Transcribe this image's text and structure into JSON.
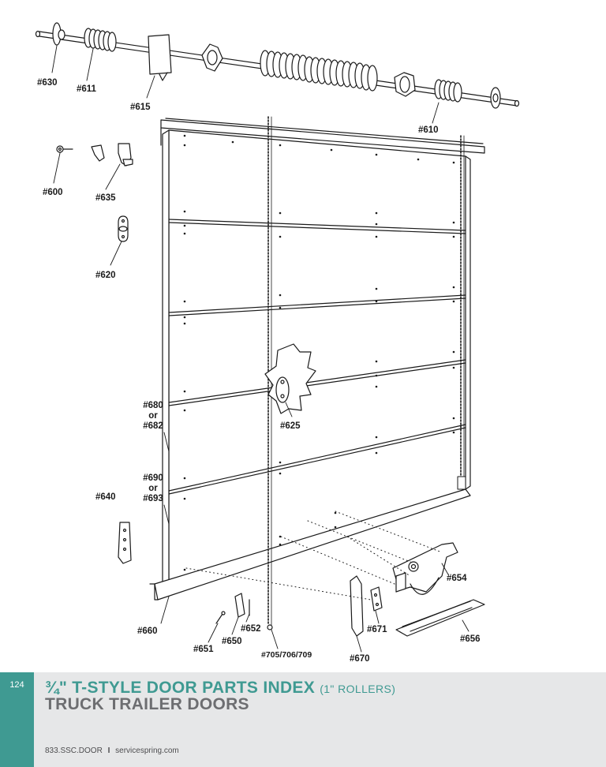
{
  "page": {
    "number": "124",
    "title": "¾\" T-STYLE DOOR PARTS INDEX",
    "title_note": "(1\" ROLLERS)",
    "subtitle": "TRUCK TRAILER DOORS",
    "phone": "833.SSC.DOOR",
    "separator": "I",
    "website": "servicespring.com"
  },
  "parts": {
    "p630": "#630",
    "p611": "#611",
    "p615": "#615",
    "p610": "#610",
    "p600": "#600",
    "p635": "#635",
    "p620": "#620",
    "p680_a": "#680",
    "p680_or": "or",
    "p682": "#682",
    "p625": "#625",
    "p690": "#690",
    "p690_or": "or",
    "p693": "#693",
    "p640": "#640",
    "p654": "#654",
    "p660": "#660",
    "p652": "#652",
    "p650": "#650",
    "p651": "#651",
    "p671": "#671",
    "p656": "#656",
    "p705": "#705/706/709",
    "p670": "#670"
  }
}
